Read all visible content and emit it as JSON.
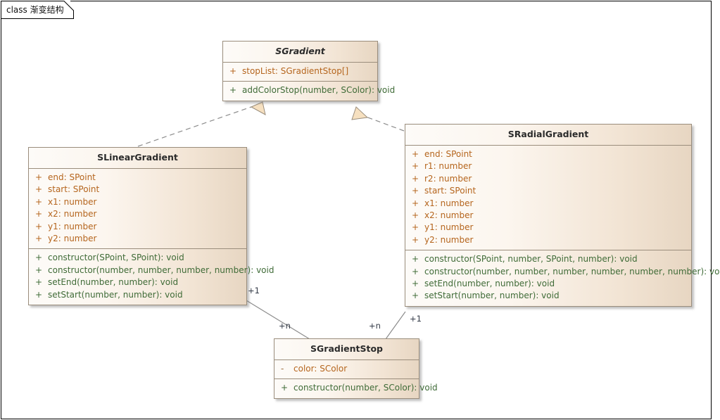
{
  "diagram": {
    "tab_label": "class 渐变结构",
    "accent_border": "#9a8d7c",
    "attr_color": "#b5651d",
    "method_color": "#3f6b37",
    "title_color": "#2b2b2b",
    "fill_light": "#fdfbf8",
    "fill_dark": "#e7d6c2",
    "canvas_bg": "#ffffff"
  },
  "classes": {
    "gradient": {
      "name": "SGradient",
      "abstract": true,
      "attributes": [
        {
          "vis": "+",
          "sig": "stopList: SGradientStop[]"
        }
      ],
      "operations": [
        {
          "vis": "+",
          "sig": "addColorStop(number, SColor): void"
        }
      ]
    },
    "linear": {
      "name": "SLinearGradient",
      "abstract": false,
      "attributes": [
        {
          "vis": "+",
          "sig": "end: SPoint"
        },
        {
          "vis": "+",
          "sig": "start: SPoint"
        },
        {
          "vis": "+",
          "sig": "x1: number"
        },
        {
          "vis": "+",
          "sig": "x2: number"
        },
        {
          "vis": "+",
          "sig": "y1: number"
        },
        {
          "vis": "+",
          "sig": "y2: number"
        }
      ],
      "operations": [
        {
          "vis": "+",
          "sig": "constructor(SPoint, SPoint): void"
        },
        {
          "vis": "+",
          "sig": "constructor(number, number, number, number): void"
        },
        {
          "vis": "+",
          "sig": "setEnd(number, number): void"
        },
        {
          "vis": "+",
          "sig": "setStart(number, number): void"
        }
      ]
    },
    "radial": {
      "name": "SRadialGradient",
      "abstract": false,
      "attributes": [
        {
          "vis": "+",
          "sig": "end: SPoint"
        },
        {
          "vis": "+",
          "sig": "r1: number"
        },
        {
          "vis": "+",
          "sig": "r2: number"
        },
        {
          "vis": "+",
          "sig": "start: SPoint"
        },
        {
          "vis": "+",
          "sig": "x1: number"
        },
        {
          "vis": "+",
          "sig": "x2: number"
        },
        {
          "vis": "+",
          "sig": "y1: number"
        },
        {
          "vis": "+",
          "sig": "y2: number"
        }
      ],
      "operations": [
        {
          "vis": "+",
          "sig": "constructor(SPoint, number, SPoint, number): void"
        },
        {
          "vis": "+",
          "sig": "constructor(number, number, number, number, number, number): void"
        },
        {
          "vis": "+",
          "sig": "setEnd(number, number): void"
        },
        {
          "vis": "+",
          "sig": "setStart(number, number): void"
        }
      ]
    },
    "stop": {
      "name": "SGradientStop",
      "abstract": false,
      "attributes": [
        {
          "vis": "-",
          "sig": "color: SColor"
        }
      ],
      "operations": [
        {
          "vis": "+",
          "sig": "constructor(number, SColor): void"
        }
      ]
    }
  },
  "relations": {
    "linear_realizes_gradient": {
      "type": "realization",
      "style": "dashed",
      "head": "hollow-triangle"
    },
    "radial_realizes_gradient": {
      "type": "realization",
      "style": "dashed",
      "head": "hollow-triangle"
    },
    "linear_to_stop": {
      "type": "association",
      "source_mult": "+1",
      "target_mult": "+n"
    },
    "radial_to_stop": {
      "type": "association",
      "source_mult": "+1",
      "target_mult": "+n"
    }
  },
  "multiplicity_labels": [
    {
      "key": "linear-1",
      "text": "+1"
    },
    {
      "key": "stop-n-left",
      "text": "+n"
    },
    {
      "key": "stop-n-right",
      "text": "+n"
    },
    {
      "key": "radial-1",
      "text": "+1"
    }
  ]
}
